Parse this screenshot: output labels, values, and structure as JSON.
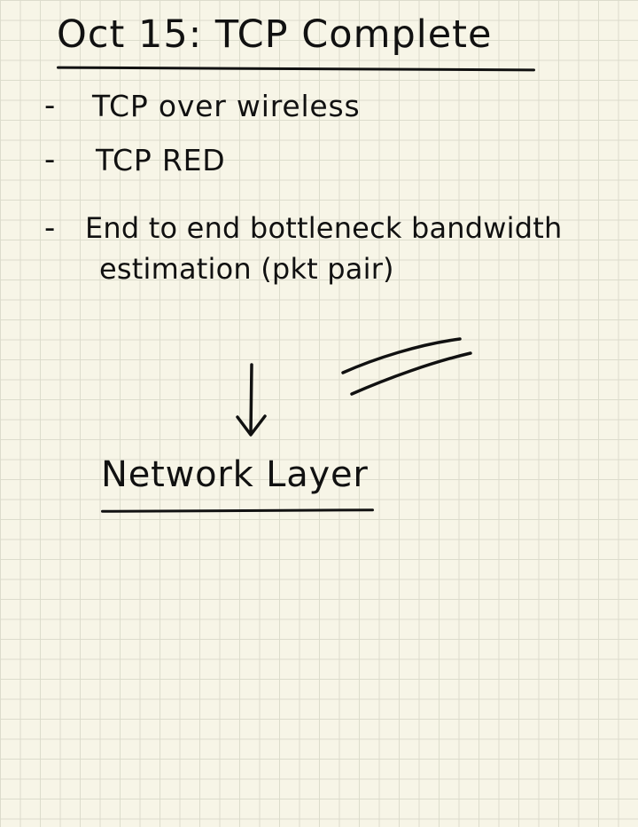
{
  "note": {
    "title": "Oct 15: TCP Complete",
    "bullets": [
      {
        "marker": "-",
        "text": "TCP over wireless"
      },
      {
        "marker": "-",
        "text": "TCP RED"
      },
      {
        "marker": "-",
        "text_line1": "End to end bottleneck bandwidth",
        "text_line2": "estimation (pkt pair)"
      }
    ],
    "arrow_icon": "down-arrow-icon",
    "heading": "Network Layer"
  }
}
